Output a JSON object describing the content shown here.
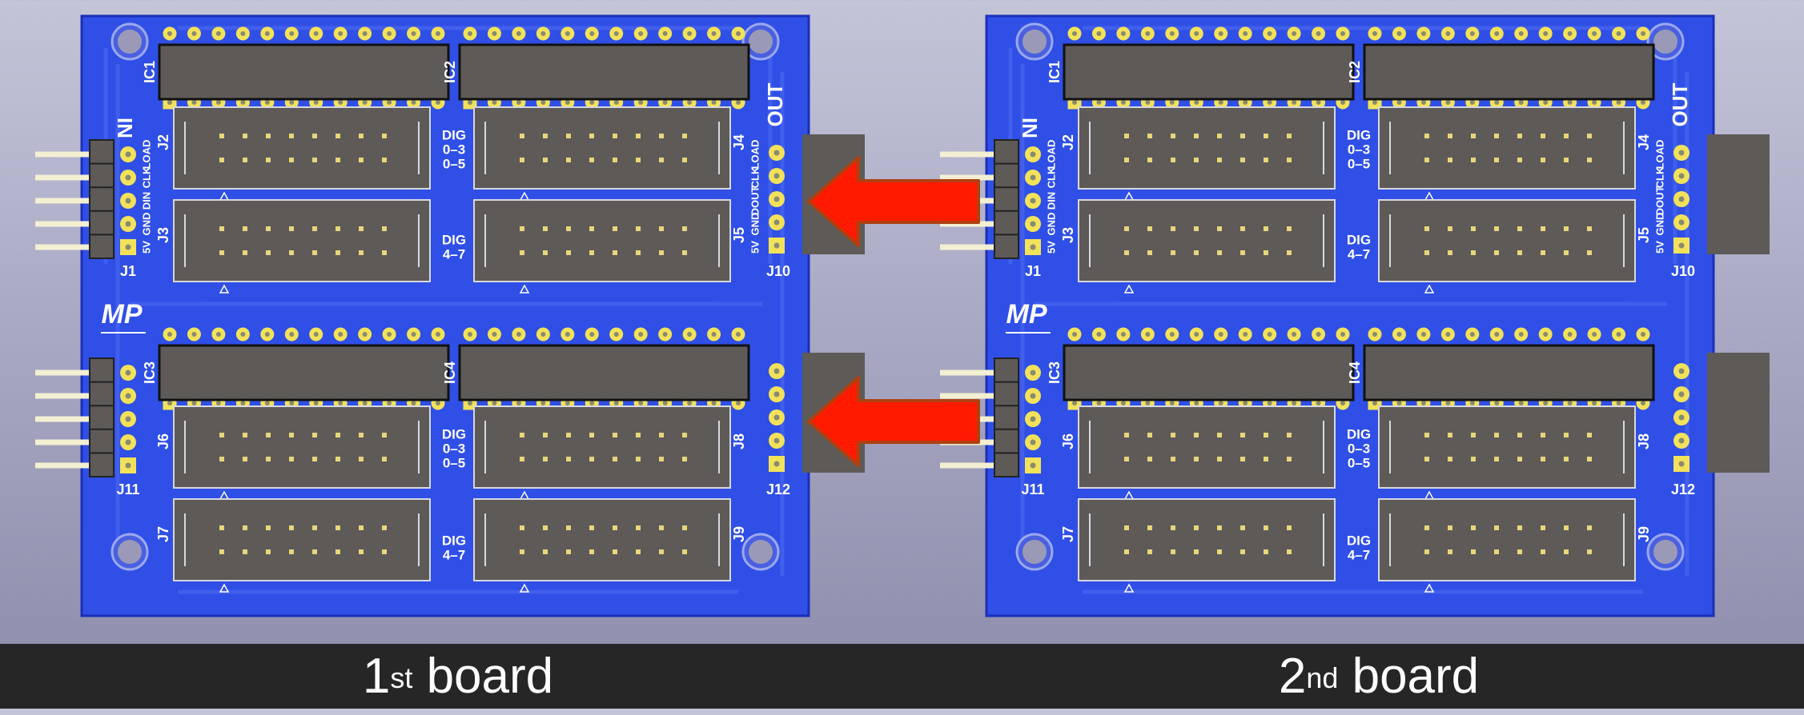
{
  "captions": [
    {
      "number": "1",
      "suffix": "st",
      "word": "board"
    },
    {
      "number": "2",
      "suffix": "nd",
      "word": "board"
    }
  ],
  "board": {
    "ic_labels": [
      "IC1",
      "IC2",
      "IC3",
      "IC4"
    ],
    "header_labels": [
      "J2",
      "J3",
      "J4",
      "J5",
      "J6",
      "J7",
      "J8",
      "J9"
    ],
    "conn_labels": [
      "J1",
      "J10",
      "J11",
      "J12"
    ],
    "input_title": "IN",
    "output_title": "OUT",
    "input_pins": [
      "5V",
      "GND",
      "DIN",
      "CLK",
      "LOAD"
    ],
    "output_pins": [
      "5V",
      "GND",
      "DOUT",
      "CLK",
      "LOAD"
    ],
    "dig_upper": [
      "DIG",
      "0–3",
      "0–5"
    ],
    "dig_lower": [
      "DIG",
      "4–7"
    ],
    "logo": "MP"
  },
  "colors": {
    "pcb": "#2f4fe6",
    "pcb_edge": "#1b2fb8",
    "component": "#5e5a58",
    "pad": "#f2e25a",
    "arrow": "#ff1a00",
    "arrow_outline": "#b04010"
  }
}
